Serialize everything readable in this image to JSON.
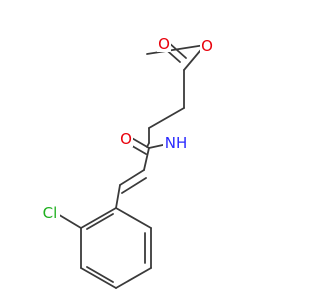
{
  "molecule": {
    "colors": {
      "bond": "#3a3a3a",
      "O": "#e8000b",
      "N": "#2a2aff",
      "Cl": "#1fb01f",
      "background": "#ffffff"
    },
    "atom_labels": {
      "o_methoxy": "O",
      "o_ester_carbonyl": "O",
      "n_amide": "NH",
      "o_amide_carbonyl": "O",
      "cl_substituent": "Cl"
    }
  }
}
